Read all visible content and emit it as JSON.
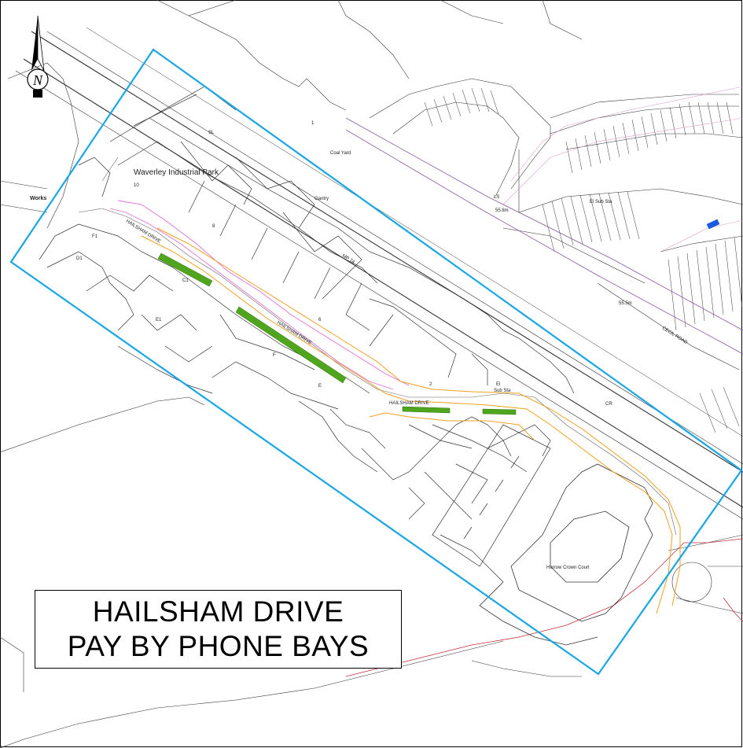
{
  "title": {
    "line1": "HAILSHAM DRIVE",
    "line2": "PAY BY PHONE BAYS"
  },
  "north_arrow": {
    "letter": "N"
  },
  "place_labels": {
    "waverley": "Waverley Industrial Park",
    "works": "Works",
    "coal_yard": "Coal Yard",
    "gantry": "Gantry",
    "sl": "SL",
    "mp": "MP 74",
    "el_sub_sta_top": "El Sub Sta",
    "el_sub_sta_lower": "El",
    "sub_sta_lower": "Sub Sta",
    "harrow_crown_court": "Harrow Crown Court",
    "cecil_road": "CECIL ROAD",
    "cr": "CR",
    "level_558": "55.8m",
    "level_555": "55.5m",
    "ls": "LS",
    "hailsham_1": "HAILSHAM DRIVE",
    "hailsham_2": "HAILSHAM DRIVE",
    "hailsham_3": "HAILSHAM DRIVE",
    "unit_10": "10",
    "unit_8": "8",
    "unit_6": "6",
    "unit_f": "F",
    "unit_e": "E",
    "unit_f1": "F1",
    "unit_d1": "D1",
    "unit_e1": "E1",
    "unit_c1": "C1",
    "unit_2": "2",
    "unit_1": "1"
  },
  "colors": {
    "boundary": "#1aa6e6",
    "bay": "#4fa61c",
    "road_edge": "#f0a020",
    "restriction": "#e070d8",
    "rail": "#333333",
    "footpath": "#c0303a",
    "road_line": "#8a5aa0"
  }
}
